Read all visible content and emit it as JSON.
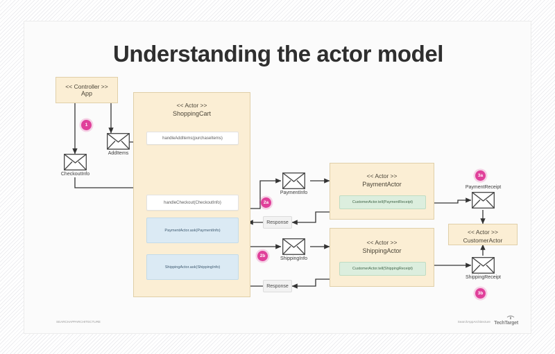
{
  "page": {
    "title": "Understanding the actor model"
  },
  "colors": {
    "actor_fill": "#fbeed4",
    "actor_stroke": "#e0cfa8",
    "method_fill": "#ffffff",
    "ask_fill": "#dbeaf4",
    "tell_fill": "#dceede",
    "response_fill": "#f2f2f2",
    "badge": "#e0409a",
    "arrow": "#333333"
  },
  "controller": {
    "stereotype": "<< Controller >>",
    "name": "App"
  },
  "actors": [
    {
      "key": "shopping_cart",
      "stereotype": "<< Actor >>",
      "name": "ShoppingCart",
      "methods": [
        {
          "key": "handle_add_items",
          "label": "handleAddItems(purchaseItems)",
          "kind": "method"
        },
        {
          "key": "handle_checkout",
          "label": "handleCheckout(CheckoutInfo)",
          "kind": "method"
        },
        {
          "key": "payment_ask",
          "label": "PaymentActor.ask(PaymentInfo)",
          "kind": "ask"
        },
        {
          "key": "shipping_ask",
          "label": "ShippingActor.ask(ShippingInfo)",
          "kind": "ask"
        }
      ]
    },
    {
      "key": "payment_actor",
      "stereotype": "<< Actor >>",
      "name": "PaymentActor",
      "methods": [
        {
          "key": "payment_tell",
          "label": "CustomerActor.tell(PaymentReceipt)",
          "kind": "tell"
        }
      ]
    },
    {
      "key": "shipping_actor",
      "stereotype": "<< Actor >>",
      "name": "ShippingActor",
      "methods": [
        {
          "key": "shipping_tell",
          "label": "CustomerActor.tell(ShippingReceipt)",
          "kind": "tell"
        }
      ]
    },
    {
      "key": "customer_actor",
      "stereotype": "<< Actor >>",
      "name": "CustomerActor",
      "methods": []
    }
  ],
  "messages": [
    {
      "key": "add_items",
      "label": "AddItems"
    },
    {
      "key": "checkout_info",
      "label": "CheckoutInfo"
    },
    {
      "key": "payment_info",
      "label": "PaymentInfo"
    },
    {
      "key": "shipping_info",
      "label": "ShippingInfo"
    },
    {
      "key": "payment_receipt",
      "label": "PaymentReceipt"
    },
    {
      "key": "shipping_receipt",
      "label": "ShippingReceipt"
    }
  ],
  "responses": [
    {
      "key": "payment_response",
      "label": "Response"
    },
    {
      "key": "shipping_response",
      "label": "Response"
    }
  ],
  "badges": [
    {
      "key": "step_1",
      "label": "1"
    },
    {
      "key": "step_2a",
      "label": "2a"
    },
    {
      "key": "step_2b",
      "label": "2b"
    },
    {
      "key": "step_3a",
      "label": "3a"
    },
    {
      "key": "step_3b",
      "label": "3b"
    }
  ],
  "footer": {
    "left": "SEARCHAPPARCHITECTURE",
    "right": "SearchAppArchitecture",
    "brand": "TechTarget"
  }
}
